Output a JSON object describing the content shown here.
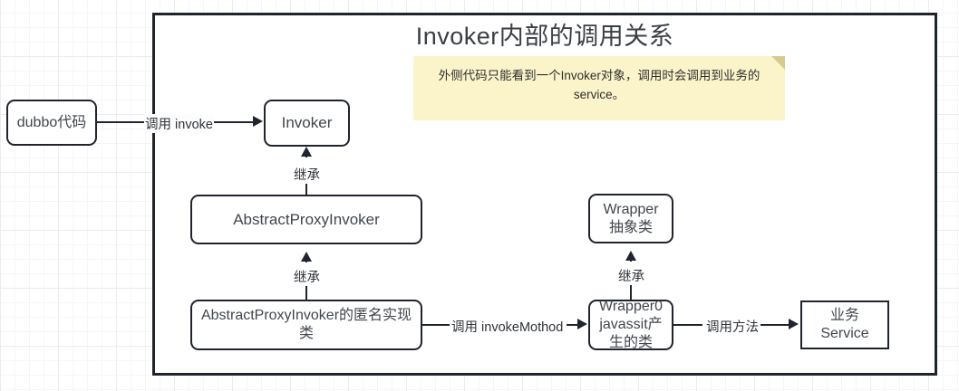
{
  "diagram": {
    "title": "Invoker内部的调用关系",
    "note": {
      "text": "外侧代码只能看到一个Invoker对象，调用时会调用到业务的service。"
    },
    "nodes": {
      "dubbo": {
        "label": "dubbo代码"
      },
      "invoker": {
        "label": "Invoker"
      },
      "abstract_proxy_invoker": {
        "label": "AbstractProxyInvoker"
      },
      "anonymous_impl": {
        "label": "AbstractProxyInvoker的匿名实现类"
      },
      "wrapper": {
        "line1": "Wrapper",
        "line2": "抽象类"
      },
      "wrapper0": {
        "line1": "Wrapper0",
        "line2": "javassit产",
        "line3": "生的类"
      },
      "service": {
        "label": "业务Service"
      }
    },
    "edges": {
      "invoke": "调用 invoke",
      "inherit_invoker": "继承",
      "inherit_abstract": "继承",
      "invoke_method": "调用 invokeMothod",
      "inherit_wrapper": "继承",
      "call_method": "调用方法"
    },
    "colors": {
      "stroke": "#1f242d",
      "text": "#41464d",
      "note_bg": "#fbf4ca",
      "note_fold": "#d8ca8d",
      "canvas_bg": "#ffffff"
    }
  }
}
